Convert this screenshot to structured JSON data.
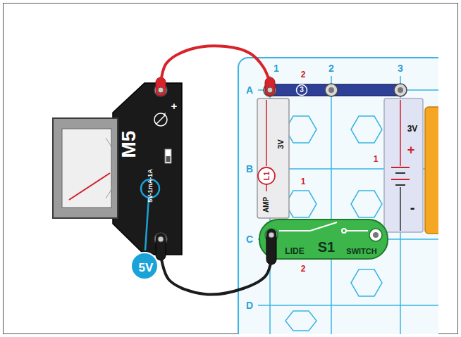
{
  "diagram": {
    "nodes": [
      {
        "text": [
          "M5",
          "5V-1mA-1A",
          "+"
        ]
      },
      {
        "text": [
          "5V"
        ]
      },
      {
        "text": [
          "3"
        ]
      },
      {
        "text": [
          "3V",
          "L1",
          "AMP"
        ]
      },
      {
        "text": [
          "3V",
          "+",
          "-"
        ]
      },
      {
        "text": [
          "LIDE",
          "S1",
          "SWITCH"
        ]
      }
    ],
    "edges": [
      {
        "from": 0,
        "to": 2,
        "arrow": "none"
      },
      {
        "from": 0,
        "to": 5,
        "arrow": "none"
      }
    ],
    "labels": [
      "1",
      "2",
      "3",
      "A",
      "B",
      "C",
      "D",
      "2",
      "1",
      "2",
      "1"
    ]
  }
}
